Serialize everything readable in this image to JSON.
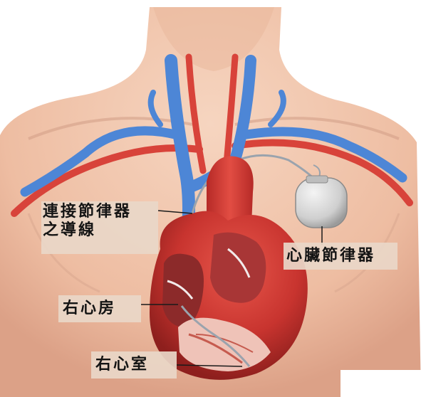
{
  "labels": {
    "lead_line1": "連接節律器",
    "lead_line2": "之導線",
    "pacemaker": "心臟節律器",
    "right_atrium": "右心房",
    "right_ventricle": "右心室"
  },
  "colors": {
    "skin": "#f2c7ad",
    "skin_shadow": "#d9a58c",
    "vein": "#4d86d6",
    "artery": "#d8433a",
    "heart": "#c8342f",
    "muscle_pink": "#efc3b8",
    "device": "#d7d7d7",
    "label_bg": "#e9d7c8"
  },
  "icons": {
    "pacemaker_device": "pacemaker-icon",
    "heart": "heart-icon"
  }
}
